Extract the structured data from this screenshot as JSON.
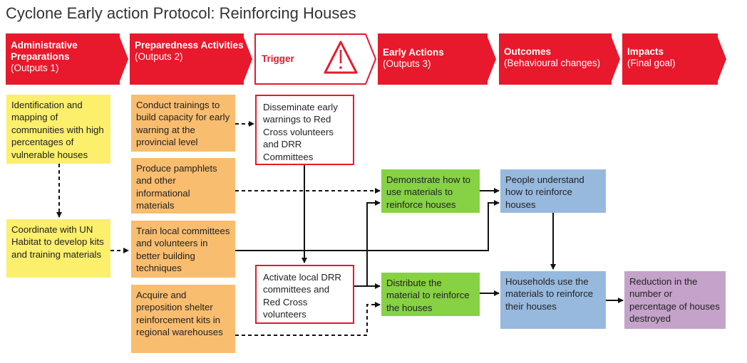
{
  "title": "Cyclone Early action Protocol: Reinforcing Houses",
  "stages": [
    {
      "name": "Administrative Preparations",
      "sub": "(Outputs 1)"
    },
    {
      "name": "Preparedness Activities",
      "sub": "(Outputs 2)"
    },
    {
      "name": "Trigger",
      "icon": "warning-triangle-icon"
    },
    {
      "name": "Early Actions",
      "sub": "(Outputs 3)"
    },
    {
      "name": "Outcomes",
      "sub": "(Behavioural changes)"
    },
    {
      "name": "Impacts",
      "sub": "(Final goal)"
    }
  ],
  "boxes": {
    "identification": "Identification and mapping of communities with high percentages of vulnerable houses",
    "coordinate": "Coordinate with UN Habitat to develop kits and training materials",
    "trainings": "Conduct trainings to build capacity for early warning at the provincial level",
    "pamphlets": "Produce pamphlets and other informational materials",
    "train_local": "Train local committees and volunteers in better building techniques",
    "acquire": "Acquire and preposition shelter reinforcement kits in regional warehouses",
    "disseminate": "Disseminate early warnings to Red Cross volunteers and DRR Committees",
    "activate": "Activate local DRR committees and Red Cross volunteers",
    "demonstrate": "Demonstrate how to use materials to reinforce houses",
    "distribute": "Distribute the material to reinforce the houses",
    "people_understand": "People understand how to reinforce houses",
    "households_use": "Households use the materials to reinforce their houses",
    "reduction": "Reduction in the number or percentage of houses destroyed"
  },
  "colors": {
    "stage_red": "#e8192c",
    "admin_yellow": "#fbef6b",
    "prep_orange": "#f9bd6f",
    "action_green": "#86d144",
    "outcome_blue": "#97b9de",
    "impact_purple": "#c4a2c9"
  }
}
